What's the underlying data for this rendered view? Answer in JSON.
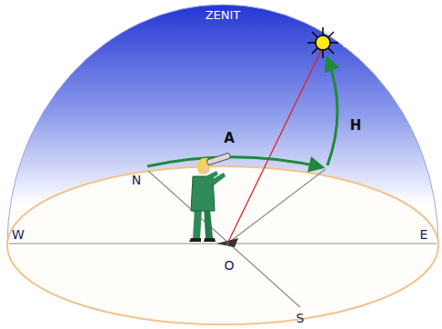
{
  "diagram": {
    "labels": [
      "ZENIT",
      "S",
      "H",
      "A",
      "N",
      "W",
      "O",
      "E",
      "S"
    ]
  }
}
